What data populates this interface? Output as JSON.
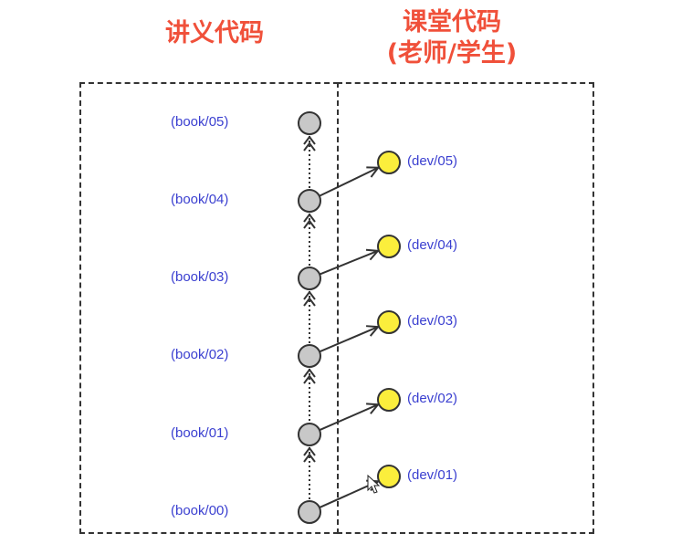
{
  "headings": {
    "left": "讲义代码",
    "right_line1": "课堂代码",
    "right_line2": "(老师/学生)"
  },
  "book_nodes": [
    "(book/05)",
    "(book/04)",
    "(book/03)",
    "(book/02)",
    "(book/01)",
    "(book/00)"
  ],
  "dev_nodes": [
    "(dev/05)",
    "(dev/04)",
    "(dev/03)",
    "(dev/02)",
    "(dev/01)"
  ],
  "colors": {
    "heading": "#f0503a",
    "label": "#3a3fd0",
    "book_node_fill": "#c8c8c8",
    "dev_node_fill": "#fbee3c",
    "stroke": "#333333"
  }
}
